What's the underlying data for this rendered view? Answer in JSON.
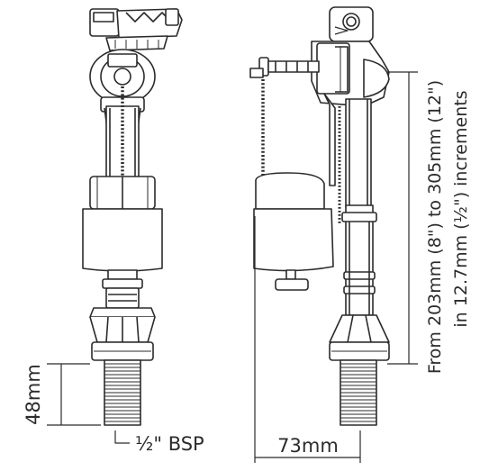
{
  "diagram": {
    "height_dimension": "48mm",
    "thread_label": "½\" BSP",
    "width_dimension": "73mm",
    "range_line_1": "From 203mm (8\") to 305mm (12\")",
    "range_line_2": "in 12.7mm (½\") increments",
    "line_color": "#2b2b2b",
    "fill_color": "#ffffff"
  }
}
